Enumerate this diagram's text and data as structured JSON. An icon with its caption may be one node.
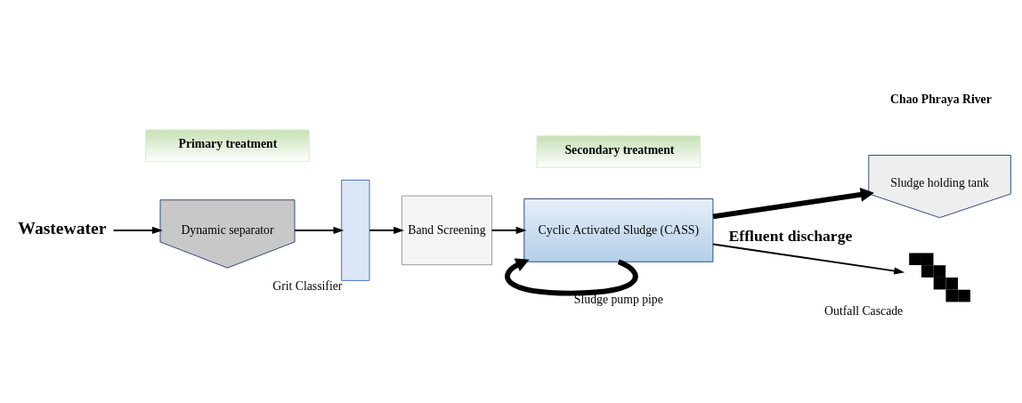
{
  "diagram": {
    "nodes": [
      {
        "text": [
          "Primary treatment"
        ]
      },
      {
        "text": [
          "Secondary treatment"
        ]
      },
      {
        "text": [
          "Wastewater"
        ]
      },
      {
        "text": [
          "Dynamic separator"
        ]
      },
      {
        "text": [],
        "shape": "bar",
        "beside": [
          "Grit Classifier"
        ]
      },
      {
        "text": [
          "Band Screening"
        ]
      },
      {
        "text": [
          "Cyclic Activated Sludge (CASS)"
        ]
      },
      {
        "text": [
          "Sludge holding tank"
        ]
      },
      {
        "text": [],
        "shape": "steps",
        "beside": [
          "Outfall Cascade"
        ]
      }
    ],
    "edges": [
      {
        "from": 2,
        "to": 3,
        "arrow": "to"
      },
      {
        "from": 3,
        "to": 4,
        "arrow": "to"
      },
      {
        "from": 4,
        "to": 5,
        "arrow": "to"
      },
      {
        "from": 5,
        "to": 6,
        "arrow": "to"
      },
      {
        "from": 6,
        "to": 6,
        "arrow": "to",
        "label": "Sludge pump pipe",
        "style": "thick"
      },
      {
        "from": 6,
        "to": 7,
        "arrow": "to",
        "style": "thick"
      },
      {
        "from": 6,
        "to": 8,
        "arrow": "to",
        "label": "Effluent discharge"
      }
    ],
    "labels": [
      "Chao Phraya River"
    ]
  }
}
